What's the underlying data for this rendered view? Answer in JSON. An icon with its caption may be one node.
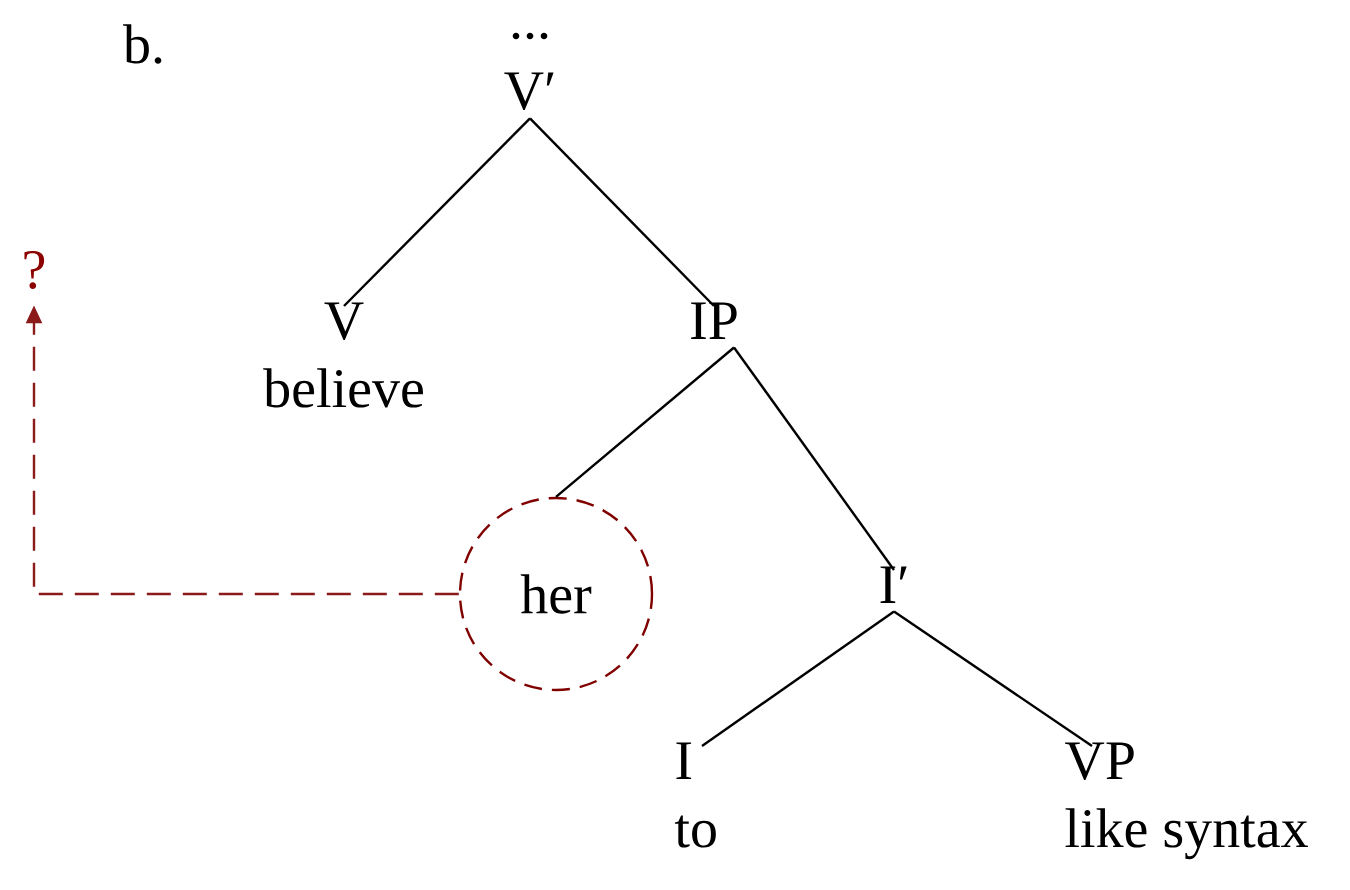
{
  "diagram": {
    "nodes": [
      {
        "text": [
          "V′"
        ]
      },
      {
        "text": [
          "V",
          "believe"
        ]
      },
      {
        "text": [
          "IP"
        ]
      },
      {
        "text": [
          "her"
        ]
      },
      {
        "text": [
          "I′"
        ]
      },
      {
        "text": [
          "I",
          "to"
        ]
      },
      {
        "text": [
          "VP",
          "like syntax"
        ]
      },
      {
        "text": [
          "?"
        ]
      }
    ],
    "edges": [
      {
        "from": 0,
        "to": 1,
        "arrow": "none"
      },
      {
        "from": 0,
        "to": 2,
        "arrow": "none"
      },
      {
        "from": 2,
        "to": 3,
        "arrow": "none"
      },
      {
        "from": 2,
        "to": 4,
        "arrow": "none"
      },
      {
        "from": 4,
        "to": 5,
        "arrow": "none"
      },
      {
        "from": 4,
        "to": 6,
        "arrow": "none"
      },
      {
        "from": 3,
        "to": 7,
        "arrow": "to",
        "style": "dashed",
        "color": "#8b1a1a"
      }
    ],
    "labels": [
      "b.",
      "..."
    ]
  }
}
